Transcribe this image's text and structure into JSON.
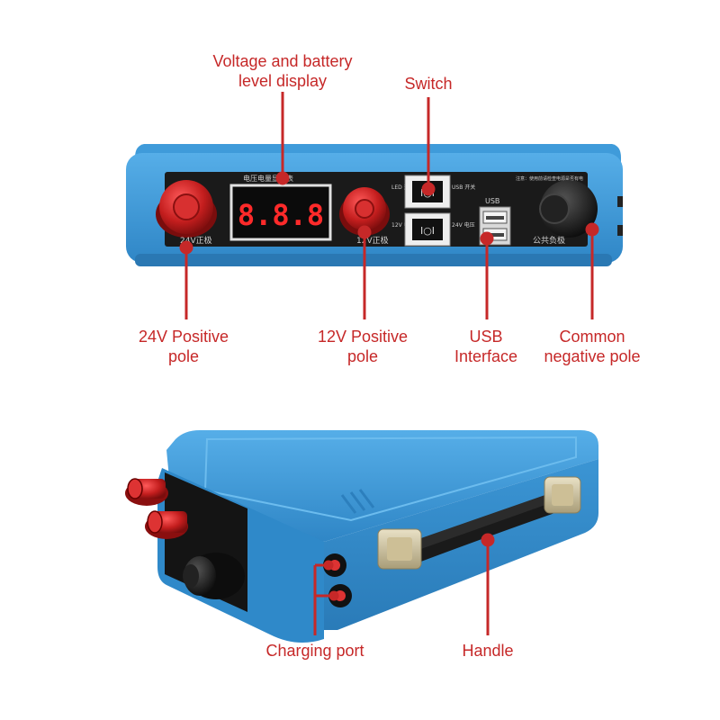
{
  "labels": {
    "voltage_display": [
      "Voltage and battery",
      "level display"
    ],
    "switch": "Switch",
    "pos_24v": [
      "24V Positive",
      "pole"
    ],
    "pos_12v": [
      "12V Positive",
      "pole"
    ],
    "usb": [
      "USB",
      "Interface"
    ],
    "common_neg": [
      "Common",
      "negative pole"
    ],
    "charging_port": "Charging port",
    "handle": "Handle"
  },
  "panel": {
    "voltage_display_caption": "电压电量显示表",
    "display_readout": "8.8.8",
    "label_24v": "24V正极",
    "label_12v": "12V正极",
    "label_common_neg": "公共负极",
    "usb_caption": "USB",
    "switch_top_left": "LED 开关",
    "switch_top_right": "USB 开关",
    "switch_bottom_left": "12V 电压",
    "switch_bottom_right": "24V 电压",
    "notice": "注意：使用前请检查电源是否有电"
  },
  "colors": {
    "accent": "#c62828",
    "case_blue": "#3f98d6",
    "panel_black": "#1a1a1a",
    "terminal_red": "#b71c1c"
  }
}
